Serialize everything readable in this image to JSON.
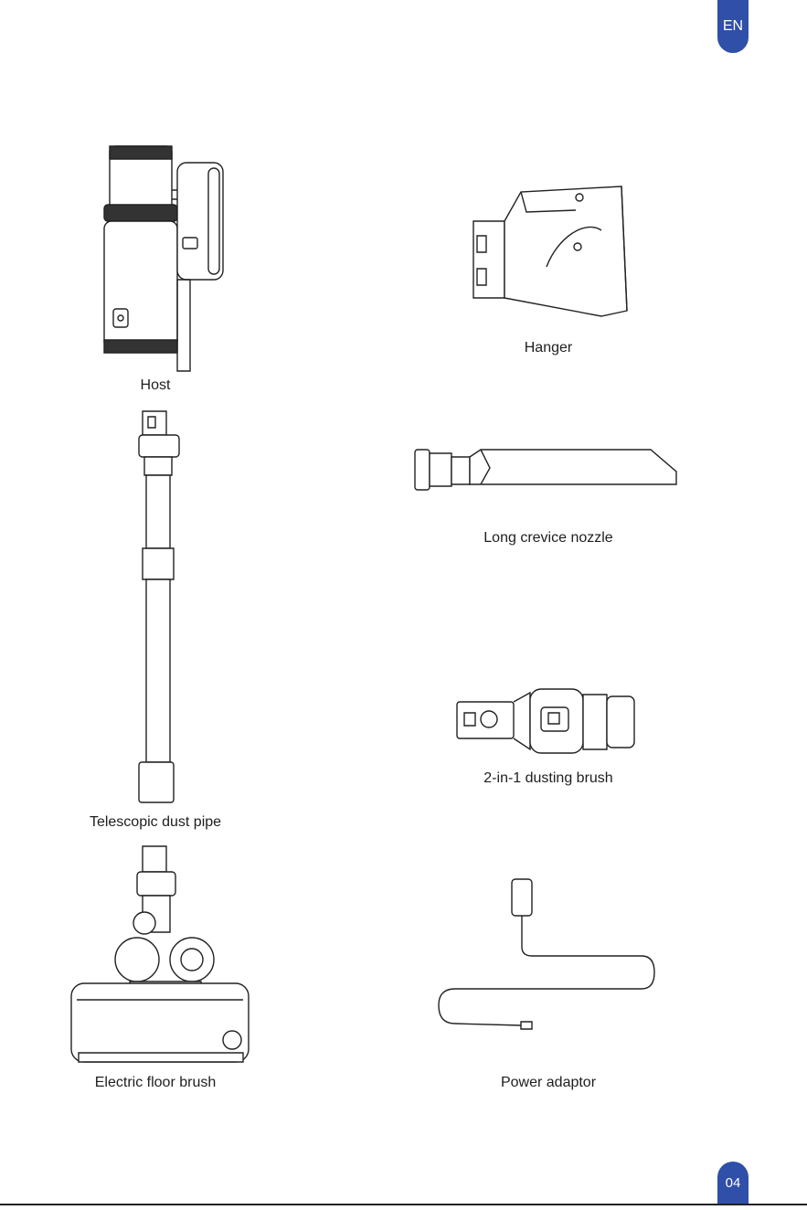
{
  "lang_tab": "EN",
  "page_number": "04",
  "items": {
    "host": "Host",
    "hanger": "Hanger",
    "pipe": "Telescopic dust pipe",
    "crevice": "Long crevice nozzle",
    "dusting": "2-in-1 dusting brush",
    "floor": "Electric floor brush",
    "adaptor": "Power adaptor"
  }
}
